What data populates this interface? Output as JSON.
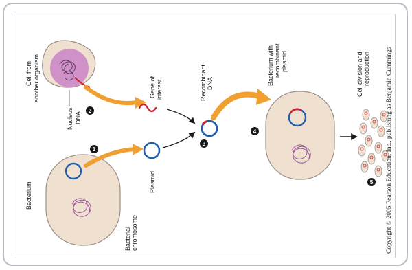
{
  "diagram": {
    "labels": {
      "cell_from_organism": [
        "Cell from",
        "another organism"
      ],
      "nucleus": "Nucleus",
      "dna": "DNA",
      "gene_of_interest": [
        "Gene of",
        "interest"
      ],
      "recombinant_dna": [
        "Recombinant",
        "DNA"
      ],
      "bacterium_with_plasmid": [
        "Bacterium with",
        "recombinant",
        "plasmid"
      ],
      "cell_division": [
        "Cell division and",
        "reproduction"
      ],
      "bacterium": "Bacterium",
      "bacterial_chromosome": [
        "Bacterial",
        "chromosome"
      ],
      "plasmid": "Plasmid"
    },
    "steps": [
      "1",
      "2",
      "3",
      "4",
      "5"
    ],
    "copyright": "Copyright © 2005 Pearson Education, Inc., publishing as Benjamin Cummings",
    "colors": {
      "cell_fill": "#efe0cf",
      "cell_stroke": "#9a8f8a",
      "nucleus_fill": "#cc88c8",
      "plasmid": "#1f5fb0",
      "gene": "#d22030",
      "arrow_orange": "#f0a030",
      "step_badge": "#1a1a1a"
    }
  }
}
